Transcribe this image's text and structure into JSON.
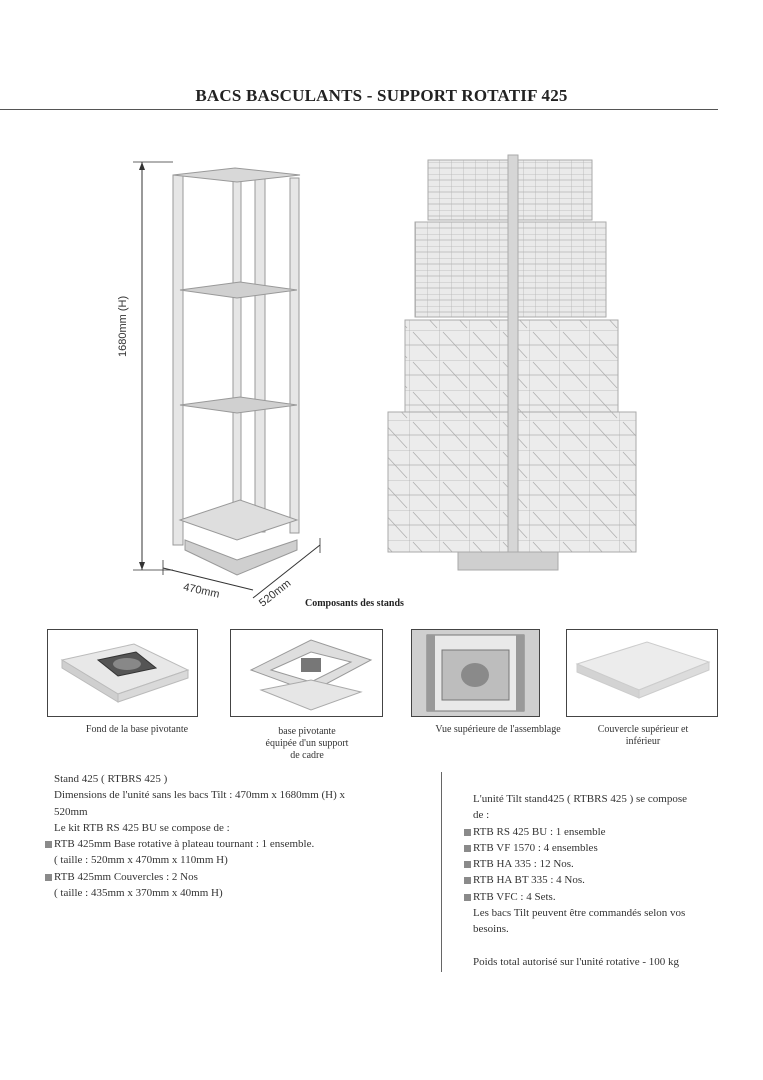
{
  "page_title": "BACS BASCULANTS - SUPPORT ROTATIF 425",
  "dimensions": {
    "height": "1680mm (H)",
    "depth": "470mm",
    "width": "520mm"
  },
  "components_heading": "Composants des stands",
  "components": [
    {
      "caption": "Fond de la base pivotante"
    },
    {
      "caption_lines": [
        "base pivotante",
        "équipée d'un support",
        "de cadre"
      ]
    },
    {
      "caption": "Vue supérieure de l'assemblage"
    },
    {
      "caption_lines": [
        "Couvercle supérieur et",
        "inférieur"
      ]
    }
  ],
  "left_text": {
    "line1": "Stand 425  ( RTBRS 425 )",
    "line2": "Dimensions de l'unité sans les bacs Tilt : 470mm x 1680mm (H) x",
    "line3": "520mm",
    "line4": "Le kit RTB RS 425 BU se compose de :",
    "item1": "RTB 425mm Base rotative à plateau tournant : 1 ensemble.",
    "item1_size": "( taille : 520mm x 470mm x 110mm H)",
    "item2": "RTB 425mm Couvercles : 2 Nos",
    "item2_size": "( taille : 435mm x 370mm x 40mm H)"
  },
  "right_text": {
    "intro1": "L'unité Tilt stand425 ( RTBRS 425 ) se compose",
    "intro2": "de :",
    "items": [
      "RTB RS 425 BU : 1 ensemble",
      "RTB VF 1570 : 4 ensembles",
      "RTB HA 335 : 12 Nos.",
      "RTB HA BT 335 : 4 Nos.",
      "RTB VFC : 4 Sets."
    ],
    "note1": "Les bacs  Tilt peuvent être commandés selon vos",
    "note2": "besoins.",
    "weight": "Poids total autorisé sur l'unité rotative - 100 kg"
  }
}
